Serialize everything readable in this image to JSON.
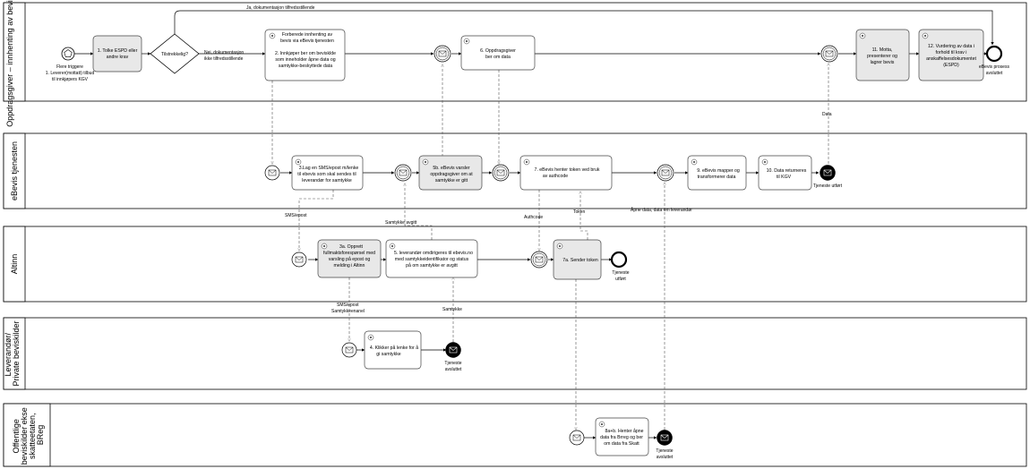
{
  "lanes": [
    {
      "label": "Oppdragsgiver – innhenting av bevis KGV"
    },
    {
      "label": "eBevis tjenesten"
    },
    {
      "label": "Altinn"
    },
    {
      "label": "Leverandør/ Private beviskilder"
    },
    {
      "label": "Offentlige beviskilder ekse skatteetaten, BReg"
    }
  ],
  "start": {
    "line1": "Flere triggere",
    "line2": "1. Leverer(mottatt) tilbud",
    "line3": "til innkjøpers KGV"
  },
  "tasks": {
    "t1": [
      "1. Tolke ESPD eller",
      "andre krav"
    ],
    "gateway": [
      "Tilstrekkelig?"
    ],
    "t2": [
      "Forberede innhenting av",
      "bevis via eBevis tjenesten",
      "",
      "2. Innkjøper ber om bevisklde",
      "som inneholder åpne data og",
      "samtykke-beskyttede data"
    ],
    "t6": [
      "6. Oppdragsgiver",
      "ber om data"
    ],
    "t11": [
      "11. Motta,",
      "presenterer og",
      "lagrer bevis"
    ],
    "t12": [
      "12. Vurdering av data i",
      "forhold til krav i",
      "anskaffelsesdokumentet",
      "(ESPD)"
    ],
    "t3": [
      "3.Lag en SMS/epost m/lenke",
      "til ebevis som skal sendes til",
      "leverandør for samtykke"
    ],
    "t5b": [
      "5b. eBevis varsler",
      "oppdragsgiver om at",
      "samtykke er gitt"
    ],
    "t7": [
      "7. eBevis henter token ved bruk",
      "av authcode"
    ],
    "t9": [
      "9. eBevis mapper og",
      "transformerer data"
    ],
    "t10": [
      "10. Data returneres",
      "til KGV"
    ],
    "t3a": [
      "3a. Opprett",
      "fullmaktsforespørsel med",
      "varsling på epost og",
      "melding i Altinn"
    ],
    "t5": [
      "5. leverandør omdirigeres til ebevis.no",
      "med samtykkeidentifikator og status",
      "på om samtykke er avgitt"
    ],
    "t7a": [
      "7a. Sender token"
    ],
    "t4": [
      "4. Klikker på lenke for å",
      "gi samtykke"
    ],
    "t8": [
      "8a+b. Henter åpne",
      "data fra Brreg og ber",
      "om data fra Skatt"
    ]
  },
  "flow_labels": {
    "yes": "Ja, dokumentasjon tilfredsstillende",
    "no1": "Nei, dokumentasjon",
    "no2": "ikke tilfredsstillende",
    "data": "Data",
    "sms_epost": "SMS/epost",
    "samtykke_avgitt": "Samtykke avgitt",
    "authcode": "Authcode",
    "token": "Token",
    "apne_data": "Åpne data, data om leverandør",
    "sms_epost2a": "SMS/epost",
    "sms_epost2b": "Samtykkeenanel",
    "samtykke": "Samtykke"
  },
  "end_events": {
    "ebevis_end1": "eBevis prosess",
    "ebevis_end2": "avsluttet",
    "tjeneste_utfort": "Tjeneste utført",
    "altinn_end1": "Tjeneste",
    "altinn_end2": "utført",
    "lev_end1": "Tjeneste",
    "lev_end2": "avsluttet",
    "off_end1": "Tjeneste",
    "off_end2": "avsluttet"
  }
}
